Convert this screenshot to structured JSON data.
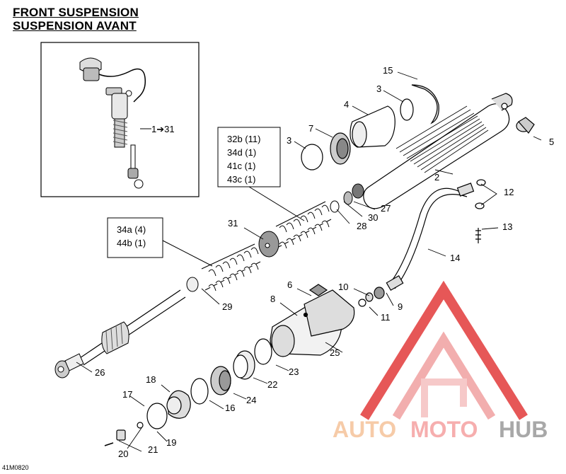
{
  "titles": {
    "line1": "FRONT SUSPENSION",
    "line2": "SUSPENSION AVANT"
  },
  "image_code": "41M0820",
  "inset": {
    "label": "1➔31"
  },
  "kit_boxes": {
    "springs_upper": [
      "32b (11)",
      "34d (1)",
      "41c (1)",
      "43c (1)"
    ],
    "springs_lower": [
      "34a (4)",
      "44b (1)"
    ]
  },
  "callouts": {
    "c2": "2",
    "c3a": "3",
    "c3b": "3",
    "c4": "4",
    "c5": "5",
    "c6": "6",
    "c7": "7",
    "c8": "8",
    "c9": "9",
    "c10": "10",
    "c11": "11",
    "c12": "12",
    "c13": "13",
    "c14": "14",
    "c15": "15",
    "c16": "16",
    "c17": "17",
    "c18": "18",
    "c19": "19",
    "c20": "20",
    "c21": "21",
    "c22": "22",
    "c23": "23",
    "c24": "24",
    "c25": "25",
    "c26": "26",
    "c27": "27",
    "c28": "28",
    "c29": "29",
    "c30": "30",
    "c31": "31"
  },
  "watermark": {
    "text_auto": "AUTO",
    "text_moto": "MOTO",
    "text_hub": "HUB",
    "color_auto": "#f5c29a",
    "color_moto": "#f5a0a0",
    "color_hub": "#9a9a9a",
    "color_triangle": "#e23a3a"
  }
}
